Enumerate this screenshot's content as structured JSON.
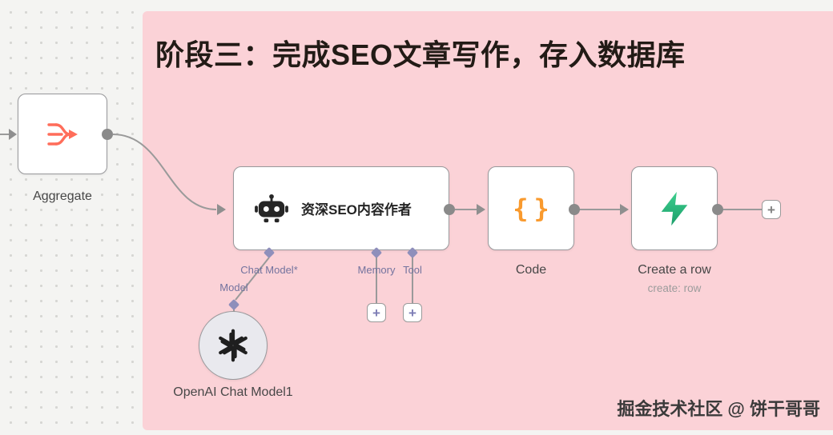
{
  "sticky": {
    "title": "阶段三：完成SEO文章写作，存入数据库"
  },
  "watermark": "掘金技术社区 @ 饼干哥哥",
  "glyphs": {
    "plus": "+"
  },
  "nodes": {
    "aggregate": {
      "label": "Aggregate"
    },
    "agent": {
      "title": "资深SEO内容作者",
      "ports": {
        "chat_model": "Chat Model*",
        "memory": "Memory",
        "tool": "Tool"
      }
    },
    "model_connector": {
      "label": "Model"
    },
    "openai": {
      "label": "OpenAI Chat Model1"
    },
    "code": {
      "label": "Code",
      "icon_glyph": "{}"
    },
    "create_row": {
      "label": "Create a row",
      "subtitle": "create: row"
    }
  },
  "colors": {
    "sticky_bg": "#fbd2d7",
    "node_border": "#98989b",
    "aggregate_orange": "#ff6d5a",
    "code_orange": "#f99a2e",
    "supabase_green_light": "#3ecf8e",
    "supabase_green_dark": "#1b9e6a",
    "connector_purple": "#8f8fbb",
    "line_gray": "#9a9a9a"
  }
}
